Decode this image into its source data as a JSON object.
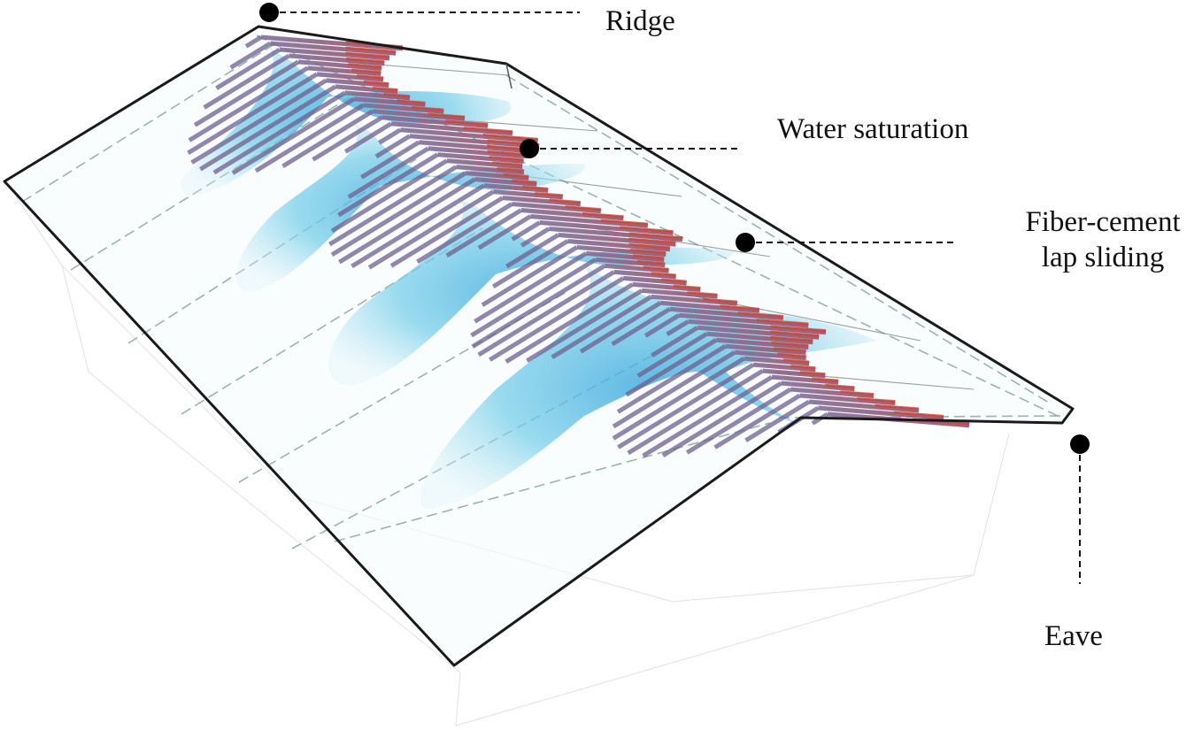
{
  "diagram": {
    "callouts": {
      "ridge": "Ridge",
      "water_saturation": "Water saturation",
      "fiber_cement_line1": "Fiber-cement",
      "fiber_cement_line2": "lap sliding",
      "eave": "Eave"
    },
    "colors": {
      "outline": "#1a1a1a",
      "dashed_line": "#8fa8a0",
      "saturation_light": "#d6f0f7",
      "saturation_mid": "#6fcbe8",
      "saturation_dark": "#3aa7de",
      "lap_bar": "#6e5f8e",
      "lap_bar_top": "#c44a3c",
      "marker": "#000000"
    }
  }
}
